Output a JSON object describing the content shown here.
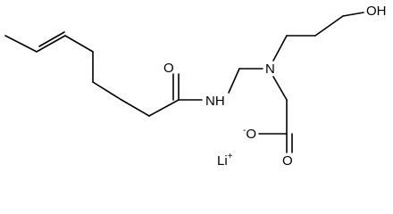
{
  "molecule": {
    "atoms": {
      "amide_oxygen": "O",
      "amide_nitrogen": "NH",
      "amine_nitrogen": "N",
      "hydroxyl": "OH",
      "carboxylate_oxygen": "O",
      "carboxylate_charge": "-",
      "carbonyl_oxygen": "O",
      "counter_ion": "Li",
      "counter_ion_charge": "+"
    }
  },
  "colors": {
    "bond": "#000000",
    "label": "#000000",
    "background": "#ffffff"
  }
}
